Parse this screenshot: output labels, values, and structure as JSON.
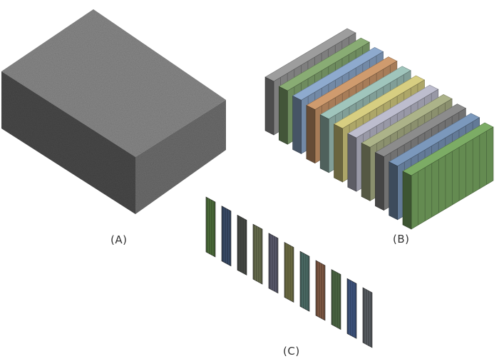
{
  "panels": {
    "a": {
      "label": "(A)"
    },
    "b": {
      "label": "(B)"
    },
    "c": {
      "label": "(C)"
    }
  },
  "block_colors": {
    "top": "#8a8a8a",
    "left": "#4a4a4a",
    "right": "#6e6e6e"
  },
  "slab_colors": [
    "#8c8c8c",
    "#7a9a68",
    "#7f98b8",
    "#b98a62",
    "#8fb0a8",
    "#c0b873",
    "#a9a9b8",
    "#9aa07a",
    "#7d7d7d",
    "#6e88a8",
    "#6f9a5a"
  ],
  "strip_colors": [
    "#3f5a30",
    "#2f3e56",
    "#3b3e3a",
    "#555a40",
    "#4a4a5a",
    "#5a5a38",
    "#3f5a55",
    "#6a4a38",
    "#3f5538",
    "#34466a",
    "#4a4e52"
  ]
}
